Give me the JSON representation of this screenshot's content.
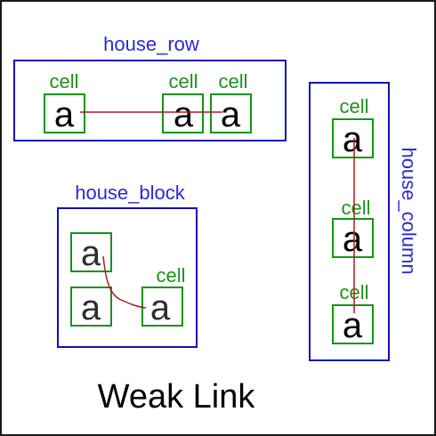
{
  "title": "Weak Link",
  "colors": {
    "frame": "#1a1a1a",
    "house": "#1010b4",
    "house_label": "#2a2ad6",
    "cell": "#139413",
    "cell_label": "#1f8f1f",
    "cell_value": "#000000",
    "cell_value_block": "#2e2e2e",
    "link": "#b01c1c"
  },
  "houses": {
    "row": {
      "label": "house_row",
      "cells": [
        {
          "caption": "cell",
          "value": "a"
        },
        {
          "caption": "cell",
          "value": "a"
        },
        {
          "caption": "cell",
          "value": "a"
        }
      ]
    },
    "block": {
      "label": "house_block",
      "cells": [
        {
          "caption": "",
          "value": "a"
        },
        {
          "caption": "",
          "value": "a"
        },
        {
          "caption": "cell",
          "value": "a"
        }
      ]
    },
    "column": {
      "label": "house_column",
      "cells": [
        {
          "caption": "cell",
          "value": "a"
        },
        {
          "caption": "cell",
          "value": "a"
        },
        {
          "caption": "cell",
          "value": "a"
        }
      ]
    }
  }
}
